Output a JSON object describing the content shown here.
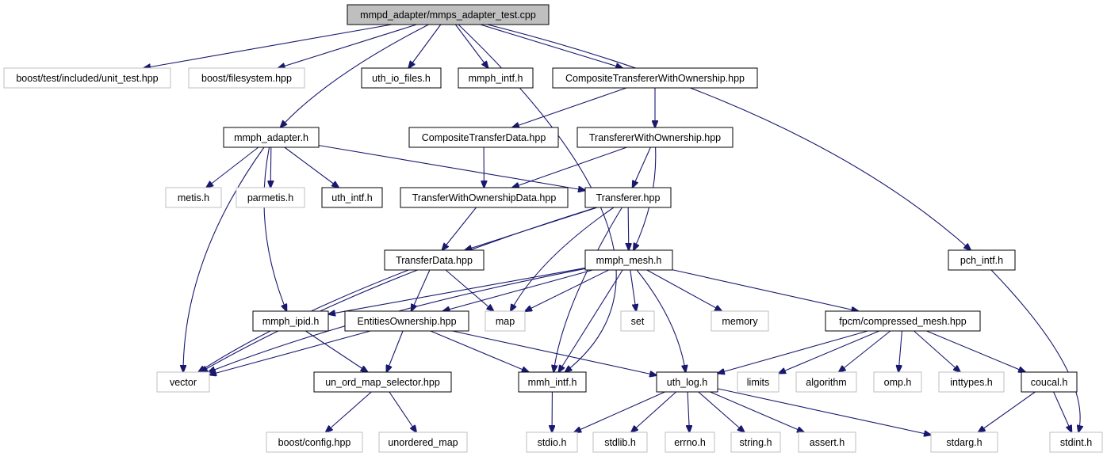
{
  "colors": {
    "edge": "#191970",
    "root_fill": "#bfbfbf",
    "node_border": "#000000",
    "external_border": "#bfbfbf"
  },
  "nodes": [
    {
      "id": "root",
      "label": "mmpd_adapter/mmps_adapter_test.cpp",
      "kind": "root"
    },
    {
      "id": "unit_test",
      "label": "boost/test/included/unit_test.hpp",
      "kind": "ext"
    },
    {
      "id": "filesystem",
      "label": "boost/filesystem.hpp",
      "kind": "ext"
    },
    {
      "id": "uth_io_files",
      "label": "uth_io_files.h",
      "kind": "normal"
    },
    {
      "id": "mmph_intf",
      "label": "mmph_intf.h",
      "kind": "normal"
    },
    {
      "id": "cto",
      "label": "CompositeTransfererWithOwnership.hpp",
      "kind": "normal"
    },
    {
      "id": "mmph_adapter",
      "label": "mmph_adapter.h",
      "kind": "normal"
    },
    {
      "id": "ctd",
      "label": "CompositeTransferData.hpp",
      "kind": "normal"
    },
    {
      "id": "two",
      "label": "TransfererWithOwnership.hpp",
      "kind": "normal"
    },
    {
      "id": "metis",
      "label": "metis.h",
      "kind": "ext"
    },
    {
      "id": "parmetis",
      "label": "parmetis.h",
      "kind": "ext"
    },
    {
      "id": "uth_intf",
      "label": "uth_intf.h",
      "kind": "normal"
    },
    {
      "id": "twod",
      "label": "TransferWithOwnershipData.hpp",
      "kind": "normal"
    },
    {
      "id": "transferer",
      "label": "Transferer.hpp",
      "kind": "normal"
    },
    {
      "id": "transferdata",
      "label": "TransferData.hpp",
      "kind": "normal"
    },
    {
      "id": "mmph_mesh",
      "label": "mmph_mesh.h",
      "kind": "normal"
    },
    {
      "id": "pch_intf",
      "label": "pch_intf.h",
      "kind": "normal"
    },
    {
      "id": "mmph_ipid",
      "label": "mmph_ipid.h",
      "kind": "normal"
    },
    {
      "id": "eo",
      "label": "EntitiesOwnership.hpp",
      "kind": "normal"
    },
    {
      "id": "map",
      "label": "map",
      "kind": "ext"
    },
    {
      "id": "set",
      "label": "set",
      "kind": "ext"
    },
    {
      "id": "memory",
      "label": "memory",
      "kind": "ext"
    },
    {
      "id": "fpcm",
      "label": "fpcm/compressed_mesh.hpp",
      "kind": "normal"
    },
    {
      "id": "vector",
      "label": "vector",
      "kind": "ext"
    },
    {
      "id": "unord",
      "label": "un_ord_map_selector.hpp",
      "kind": "normal"
    },
    {
      "id": "mmh_intf",
      "label": "mmh_intf.h",
      "kind": "normal"
    },
    {
      "id": "uth_log",
      "label": "uth_log.h",
      "kind": "normal"
    },
    {
      "id": "limits",
      "label": "limits",
      "kind": "ext"
    },
    {
      "id": "algorithm",
      "label": "algorithm",
      "kind": "ext"
    },
    {
      "id": "omp",
      "label": "omp.h",
      "kind": "ext"
    },
    {
      "id": "inttypes",
      "label": "inttypes.h",
      "kind": "ext"
    },
    {
      "id": "coucal",
      "label": "coucal.h",
      "kind": "normal"
    },
    {
      "id": "boostconfig",
      "label": "boost/config.hpp",
      "kind": "ext"
    },
    {
      "id": "unordered_map",
      "label": "unordered_map",
      "kind": "ext"
    },
    {
      "id": "stdio",
      "label": "stdio.h",
      "kind": "ext"
    },
    {
      "id": "stdlib",
      "label": "stdlib.h",
      "kind": "ext"
    },
    {
      "id": "errno",
      "label": "errno.h",
      "kind": "ext"
    },
    {
      "id": "string",
      "label": "string.h",
      "kind": "ext"
    },
    {
      "id": "assert",
      "label": "assert.h",
      "kind": "ext"
    },
    {
      "id": "stdarg",
      "label": "stdarg.h",
      "kind": "ext"
    },
    {
      "id": "stdint",
      "label": "stdint.h",
      "kind": "ext"
    }
  ],
  "edges": [
    [
      "root",
      "unit_test"
    ],
    [
      "root",
      "filesystem"
    ],
    [
      "root",
      "uth_io_files"
    ],
    [
      "root",
      "mmph_intf"
    ],
    [
      "root",
      "cto"
    ],
    [
      "root",
      "mmph_adapter"
    ],
    [
      "root",
      "mmh_intf"
    ],
    [
      "root",
      "pch_intf"
    ],
    [
      "cto",
      "ctd"
    ],
    [
      "cto",
      "two"
    ],
    [
      "mmph_adapter",
      "metis"
    ],
    [
      "mmph_adapter",
      "parmetis"
    ],
    [
      "mmph_adapter",
      "uth_intf"
    ],
    [
      "mmph_adapter",
      "transferer"
    ],
    [
      "mmph_adapter",
      "vector"
    ],
    [
      "mmph_adapter",
      "mmph_ipid"
    ],
    [
      "ctd",
      "twod"
    ],
    [
      "two",
      "twod"
    ],
    [
      "two",
      "transferer"
    ],
    [
      "two",
      "mmph_mesh"
    ],
    [
      "twod",
      "transferdata"
    ],
    [
      "transferer",
      "transferdata"
    ],
    [
      "transferer",
      "mmph_mesh"
    ],
    [
      "transferer",
      "map"
    ],
    [
      "transferer",
      "mmh_intf"
    ],
    [
      "transferer",
      "vector"
    ],
    [
      "transferdata",
      "eo"
    ],
    [
      "transferdata",
      "map"
    ],
    [
      "transferdata",
      "vector"
    ],
    [
      "mmph_mesh",
      "mmph_ipid"
    ],
    [
      "mmph_mesh",
      "eo"
    ],
    [
      "mmph_mesh",
      "map"
    ],
    [
      "mmph_mesh",
      "set"
    ],
    [
      "mmph_mesh",
      "memory"
    ],
    [
      "mmph_mesh",
      "fpcm"
    ],
    [
      "mmph_mesh",
      "mmh_intf"
    ],
    [
      "mmph_mesh",
      "uth_log"
    ],
    [
      "mmph_mesh",
      "vector"
    ],
    [
      "pch_intf",
      "stdint"
    ],
    [
      "mmph_ipid",
      "unord"
    ],
    [
      "eo",
      "vector"
    ],
    [
      "eo",
      "unord"
    ],
    [
      "eo",
      "mmh_intf"
    ],
    [
      "eo",
      "uth_log"
    ],
    [
      "fpcm",
      "uth_log"
    ],
    [
      "fpcm",
      "limits"
    ],
    [
      "fpcm",
      "algorithm"
    ],
    [
      "fpcm",
      "omp"
    ],
    [
      "fpcm",
      "inttypes"
    ],
    [
      "fpcm",
      "coucal"
    ],
    [
      "unord",
      "boostconfig"
    ],
    [
      "unord",
      "unordered_map"
    ],
    [
      "mmh_intf",
      "stdio"
    ],
    [
      "uth_log",
      "stdio"
    ],
    [
      "uth_log",
      "stdlib"
    ],
    [
      "uth_log",
      "errno"
    ],
    [
      "uth_log",
      "string"
    ],
    [
      "uth_log",
      "assert"
    ],
    [
      "uth_log",
      "stdarg"
    ],
    [
      "coucal",
      "stdarg"
    ],
    [
      "coucal",
      "stdint"
    ]
  ]
}
